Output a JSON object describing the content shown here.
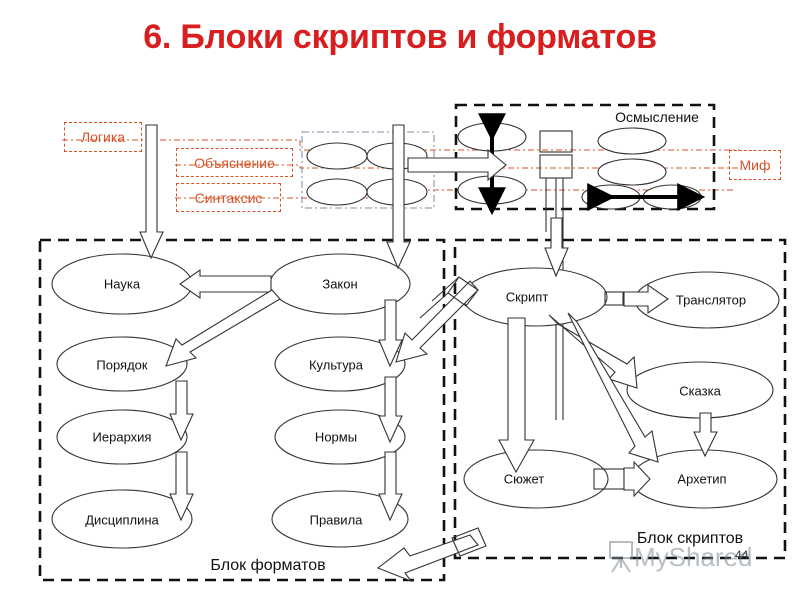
{
  "slide": {
    "title": "6. Блоки скриптов и форматов",
    "page_number": "44",
    "watermark": "MyShared",
    "title_color": "#d81e1e",
    "accent_red": "#d4542a",
    "line_color": "#222222"
  },
  "left_tags": [
    {
      "id": "logic",
      "label": "Логика"
    },
    {
      "id": "expl",
      "label": "Объяснение"
    },
    {
      "id": "syntax",
      "label": "Синтаксис"
    }
  ],
  "right_tags": [
    {
      "id": "myth",
      "label": "Миф"
    }
  ],
  "top_block": {
    "label": "Осмысление"
  },
  "formats_block": {
    "caption": "Блок форматов",
    "nodes": [
      {
        "id": "nauka",
        "label": "Наука"
      },
      {
        "id": "zakon",
        "label": "Закон"
      },
      {
        "id": "poryadok",
        "label": "Порядок"
      },
      {
        "id": "kultura",
        "label": "Культура"
      },
      {
        "id": "ierarhiya",
        "label": "Иерархия"
      },
      {
        "id": "normy",
        "label": "Нормы"
      },
      {
        "id": "disciplina",
        "label": "Дисциплина"
      },
      {
        "id": "pravila",
        "label": "Правила"
      }
    ]
  },
  "scripts_block": {
    "caption": "Блок скриптов",
    "nodes": [
      {
        "id": "skript",
        "label": "Скрипт"
      },
      {
        "id": "translator",
        "label": "Транслятор"
      },
      {
        "id": "skazka",
        "label": "Сказка"
      },
      {
        "id": "syuzhet",
        "label": "Сюжет"
      },
      {
        "id": "arhetip",
        "label": "Архетип"
      }
    ]
  }
}
